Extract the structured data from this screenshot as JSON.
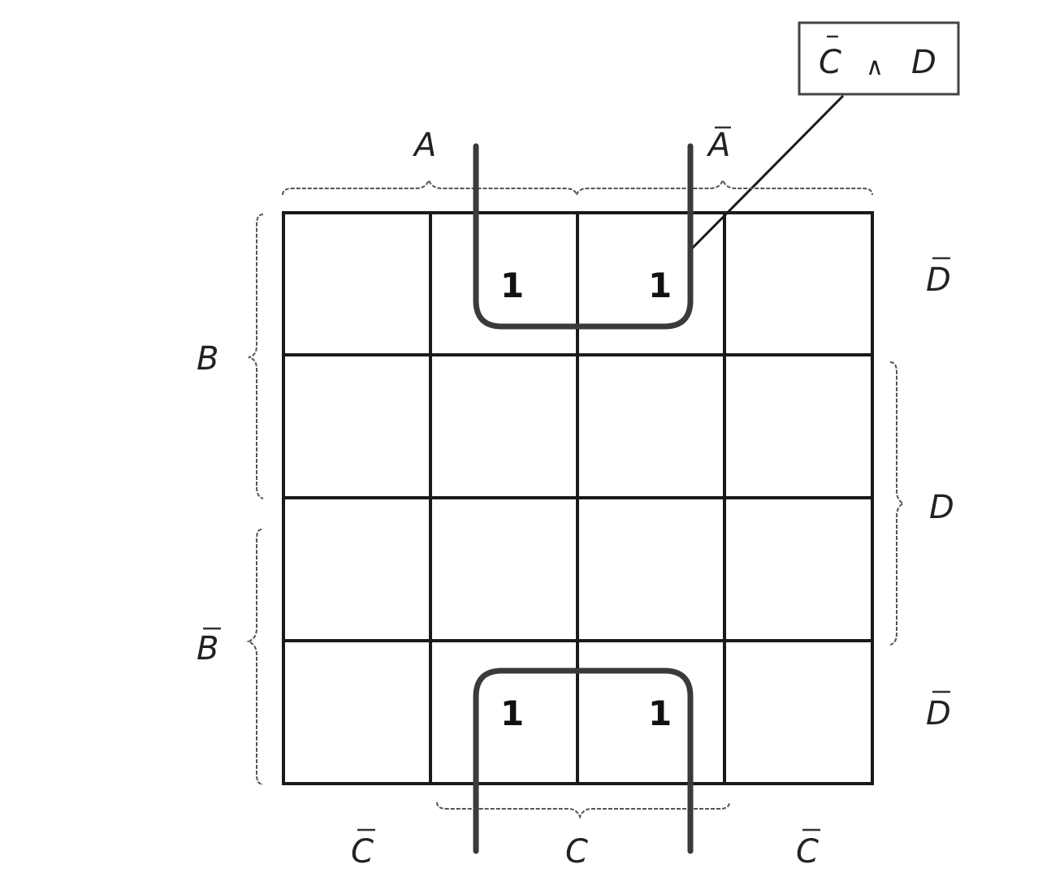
{
  "kmap": {
    "top_labels": {
      "a": "A",
      "a_bar": "A"
    },
    "left_labels": {
      "b": "B",
      "b_bar": "B"
    },
    "right_labels": {
      "d_bar_top": "D",
      "d": "D",
      "d_bar_bottom": "D"
    },
    "bottom_labels": {
      "c_bar_left": "C",
      "c": "C",
      "c_bar_right": "C"
    },
    "cells": [
      [
        "",
        "1",
        "1",
        ""
      ],
      [
        "",
        "",
        "",
        ""
      ],
      [
        "",
        "",
        "",
        ""
      ],
      [
        "",
        "1",
        "1",
        ""
      ]
    ],
    "callout": {
      "c_bar": "C",
      "operator": "∧",
      "d": "D"
    }
  }
}
